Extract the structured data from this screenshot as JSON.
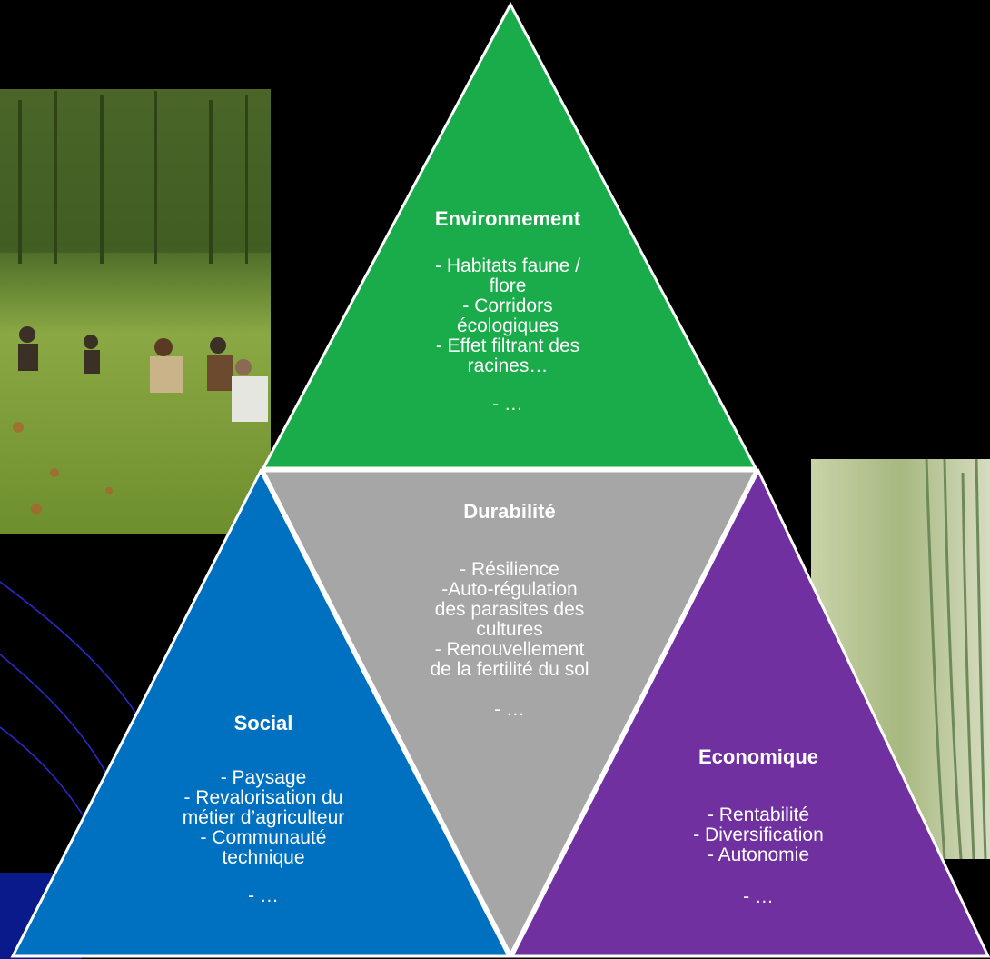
{
  "colors": {
    "background": "#000000",
    "environnement": "#1aab4a",
    "durabilite": "#a6a6a6",
    "social": "#0070c0",
    "economique": "#7030a0",
    "border": "#ffffff"
  },
  "environnement": {
    "title": "Environnement",
    "lines": [
      "- Habitats faune  /",
      "flore",
      "- Corridors",
      "écologiques",
      "- Effet filtrant des",
      "racines…"
    ],
    "etc": "- …"
  },
  "durabilite": {
    "title": "Durabilité",
    "lines": [
      "- Résilience",
      "-Auto-régulation",
      "des  parasites des",
      "cultures",
      "- Renouvellement",
      "de la fertilité du sol"
    ],
    "etc": "- …"
  },
  "social": {
    "title": "Social",
    "lines": [
      "- Paysage",
      "- Revalorisation du",
      "métier d’agriculteur",
      "- Communauté",
      "technique"
    ],
    "etc": "- …"
  },
  "economique": {
    "title": "Economique",
    "lines": [
      "- Rentabilité",
      "- Diversification",
      "- Autonomie"
    ],
    "etc": "- …"
  }
}
